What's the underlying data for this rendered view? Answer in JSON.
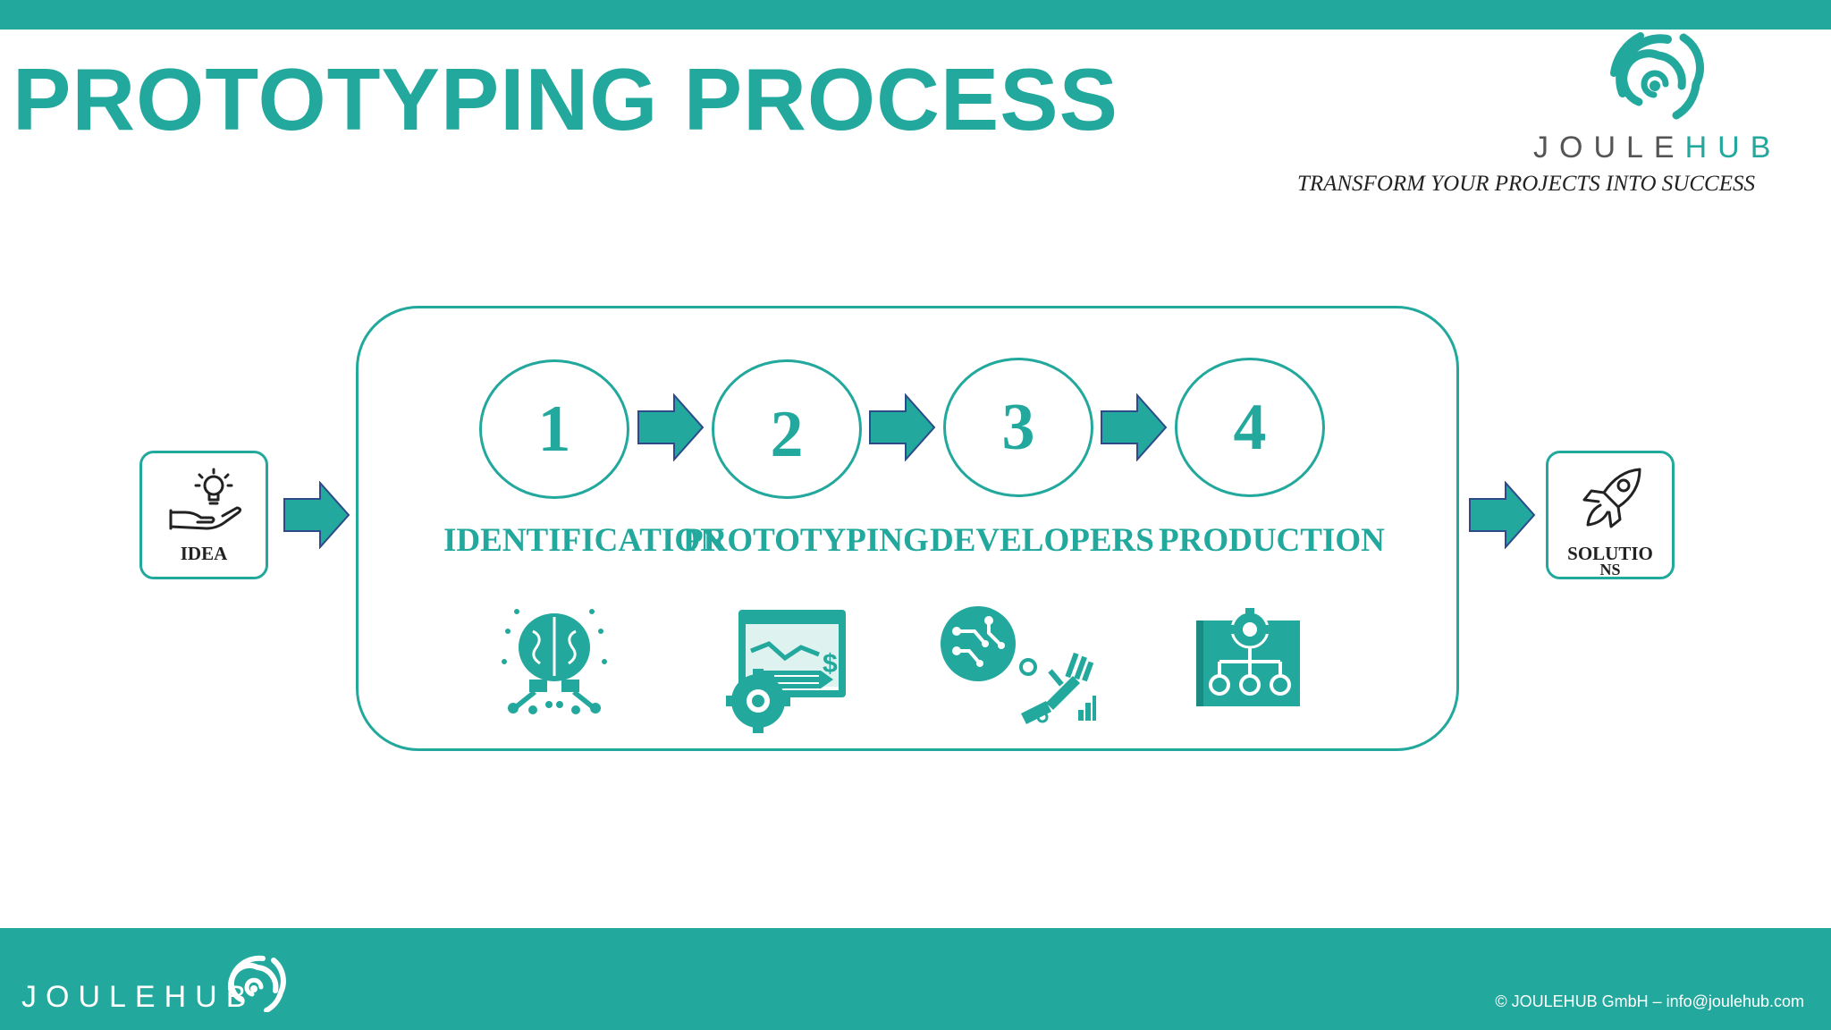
{
  "header": {
    "title": "PROTOTYPING PROCESS",
    "logo_word_a": "JOULE",
    "logo_word_b": "HUB",
    "tagline": "TRANSFORM YOUR PROJECTS INTO SUCCESS"
  },
  "diagram": {
    "start": {
      "label": "IDEA",
      "icon": "hand-lightbulb-icon"
    },
    "end": {
      "label_line1": "SOLUTIO",
      "label_line2": "NS",
      "icon": "rocket-icon"
    },
    "steps": [
      {
        "number": "1",
        "label": "IDENTIFICATION",
        "icon": "brain-icon"
      },
      {
        "number": "2",
        "label": "PROTOTYPING",
        "icon": "analytics-gear-icon"
      },
      {
        "number": "3",
        "label": "DEVELOPERS",
        "icon": "circuit-robot-hand-icon"
      },
      {
        "number": "4",
        "label": "PRODUCTION",
        "icon": "gear-hierarchy-icon"
      }
    ]
  },
  "footer": {
    "brand": "JOULEHUB",
    "copyright": "© JOULEHUB GmbH – info@joulehub.com"
  },
  "colors": {
    "accent": "#22a89c",
    "arrow_outline": "#2d4a8a"
  }
}
